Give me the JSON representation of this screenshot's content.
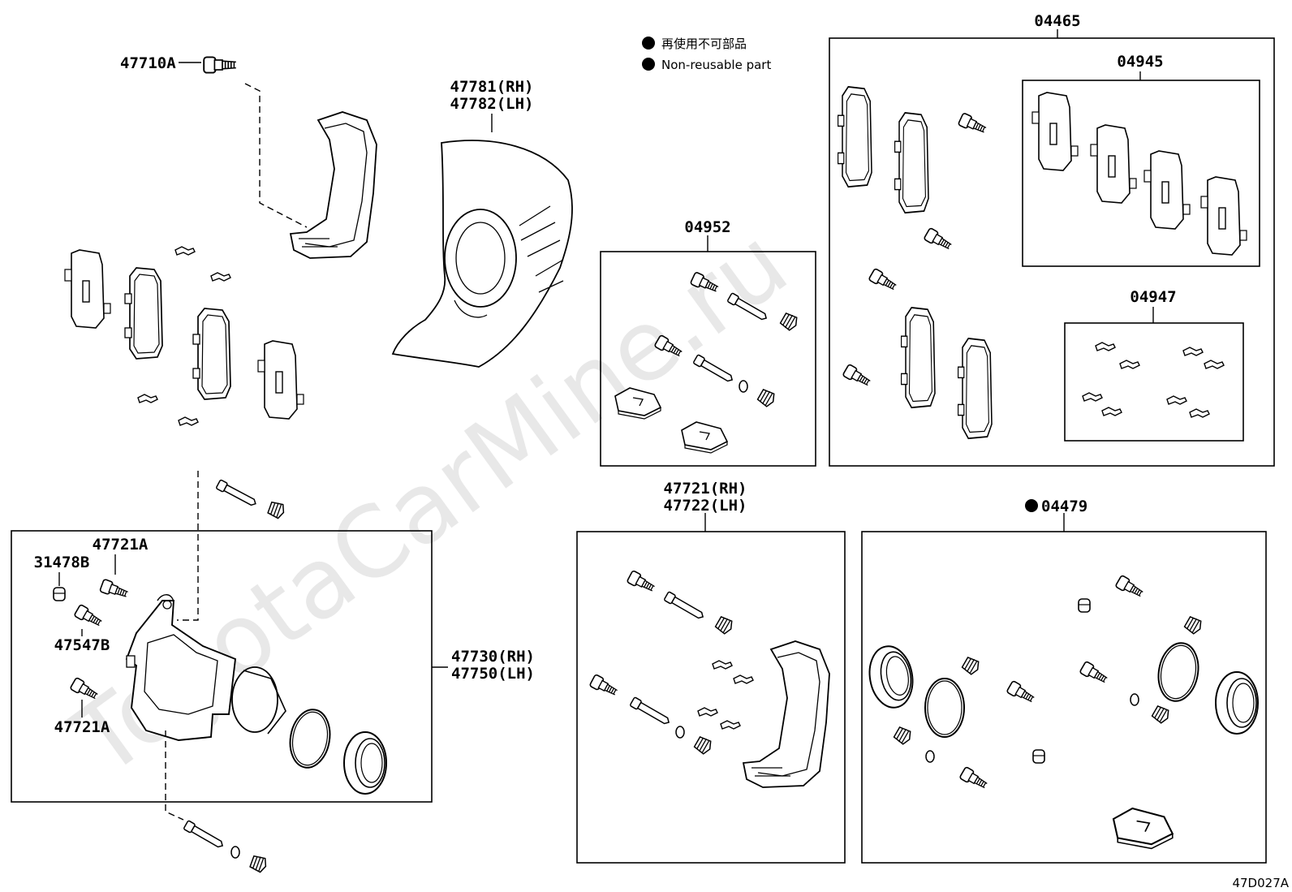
{
  "legend": {
    "jp": "再使用不可部品",
    "en": "Non-reusable part"
  },
  "watermark": "ToyotaCarMine.ru",
  "diagram_code": "47D027A",
  "groups": {
    "g04465": "04465",
    "g04945": "04945",
    "g04947": "04947",
    "g04952": "04952",
    "g04479": "04479",
    "g47721": [
      "47721(RH)",
      "47722(LH)"
    ],
    "caliper": [
      "47730(RH)",
      "47750(LH)"
    ]
  },
  "parts": {
    "p47710A": "47710A",
    "p47781": [
      "47781(RH)",
      "47782(LH)"
    ],
    "p47721A_top": "47721A",
    "p31478B": "31478B",
    "p47547B": "47547B",
    "p47721A_bot": "47721A"
  },
  "colors": {
    "line": "#000000",
    "watermark": "#e6e6e6"
  }
}
